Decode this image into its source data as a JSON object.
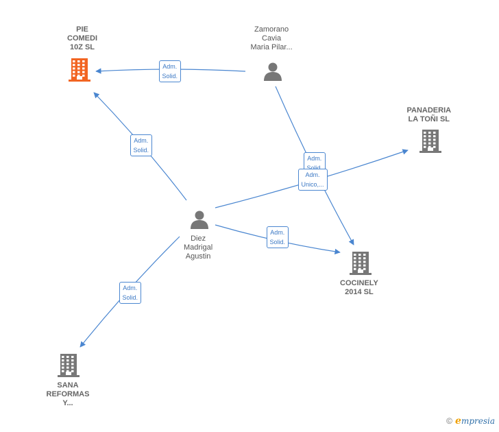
{
  "nodes": {
    "pie_comedi": {
      "lines": [
        "PIE",
        "COMEDI",
        "10Z  SL"
      ],
      "kind": "company",
      "color": "#f26522"
    },
    "zamorano": {
      "lines": [
        "Zamorano",
        "Cavia",
        "Maria Pilar..."
      ],
      "kind": "person",
      "color": "#777777"
    },
    "panaderia": {
      "lines": [
        "PANADERIA",
        "LA TOÑI  SL"
      ],
      "kind": "company",
      "color": "#777777"
    },
    "diez": {
      "lines": [
        "Diez",
        "Madrigal",
        "Agustin"
      ],
      "kind": "person",
      "color": "#777777"
    },
    "cocinely": {
      "lines": [
        "COCINELY",
        "2014  SL"
      ],
      "kind": "company",
      "color": "#777777"
    },
    "sana": {
      "lines": [
        "SANA",
        "REFORMAS",
        "Y..."
      ],
      "kind": "company",
      "color": "#777777"
    }
  },
  "edges": [
    {
      "from": "zamorano",
      "to": "pie_comedi",
      "label": [
        "Adm.",
        "Solid."
      ]
    },
    {
      "from": "diez",
      "to": "pie_comedi",
      "label": [
        "Adm.",
        "Solid."
      ]
    },
    {
      "from": "zamorano",
      "to": "cocinely",
      "label": [
        "Adm.",
        "Solid."
      ]
    },
    {
      "from": "diez",
      "to": "panaderia",
      "label": [
        "Adm.",
        "Unico,..."
      ]
    },
    {
      "from": "diez",
      "to": "cocinely",
      "label": [
        "Adm.",
        "Solid."
      ]
    },
    {
      "from": "diez",
      "to": "sana",
      "label": [
        "Adm.",
        "Solid."
      ]
    }
  ],
  "colors": {
    "edge": "#4a86d0"
  },
  "footer": {
    "copyright": "©",
    "brand_initial": "e",
    "brand_rest": "mpresia"
  }
}
